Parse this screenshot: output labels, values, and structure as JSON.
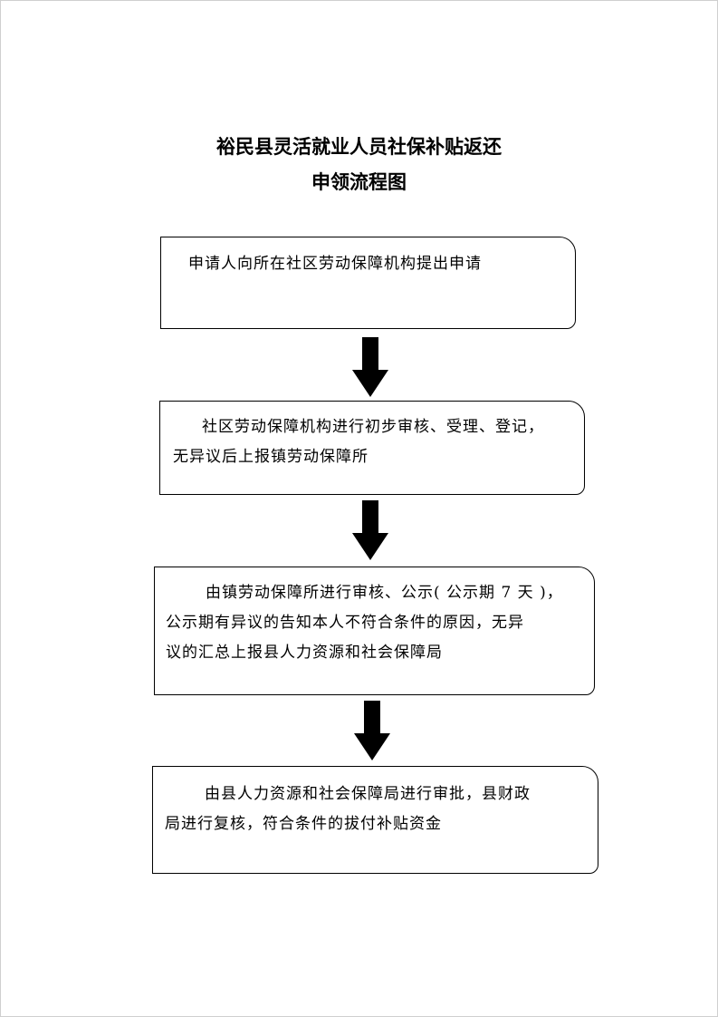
{
  "title": {
    "line1": "裕民县灵活就业人员社保补贴返还",
    "line2": "申领流程图"
  },
  "steps": [
    {
      "lines": [
        "申请人向所在社区劳动保障机构提出申请"
      ]
    },
    {
      "lines": [
        "社区劳动保障机构进行初步审核、受理、登记，",
        "无异议后上报镇劳动保障所"
      ]
    },
    {
      "lines": [
        "由镇劳动保障所进行审核、公示( 公示期 7 天 )，",
        "公示期有异议的告知本人不符合条件的原因，无异",
        "议的汇总上报县人力资源和社会保障局"
      ]
    },
    {
      "lines": [
        "由县人力资源和社会保障局进行审批，县财政",
        "局进行复核，符合条件的拔付补贴资金"
      ]
    }
  ],
  "colors": {
    "stroke": "#000000",
    "arrow": "#000000",
    "page_border": "#cfcfcf"
  }
}
